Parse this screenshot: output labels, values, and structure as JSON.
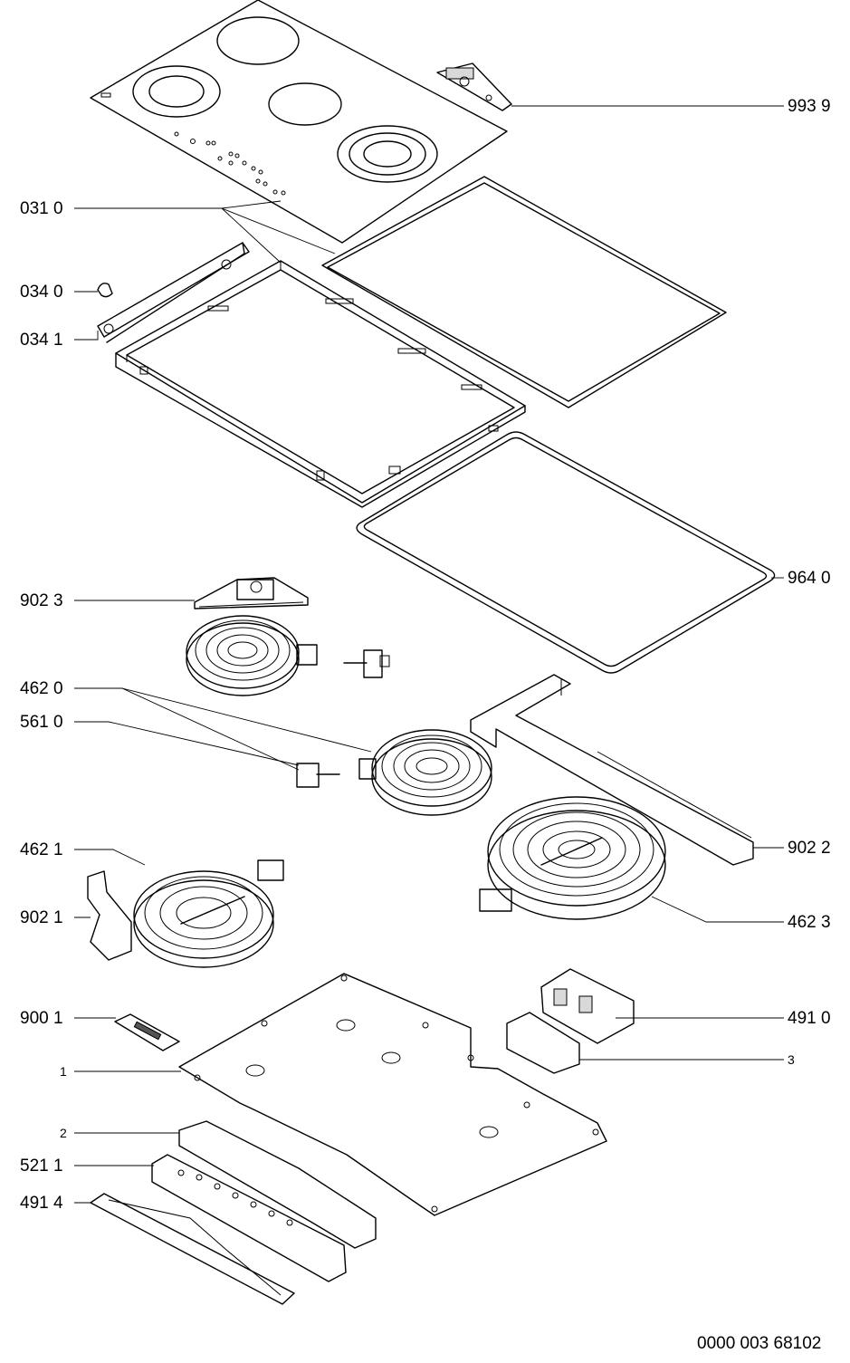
{
  "labels": {
    "l9939": "993 9",
    "l0310": "031 0",
    "l0340": "034 0",
    "l0341": "034 1",
    "l9640": "964 0",
    "l9023": "902 3",
    "l4620": "462 0",
    "l5610": "561 0",
    "l4621": "462 1",
    "l9022": "902 2",
    "l9021": "902 1",
    "l4623": "462 3",
    "l9001": "900 1",
    "l4910": "491 0",
    "l1": "1",
    "l3": "3",
    "l2": "2",
    "l5211": "521 1",
    "l4914": "491 4"
  },
  "drawing_code": "0000 003 68102"
}
